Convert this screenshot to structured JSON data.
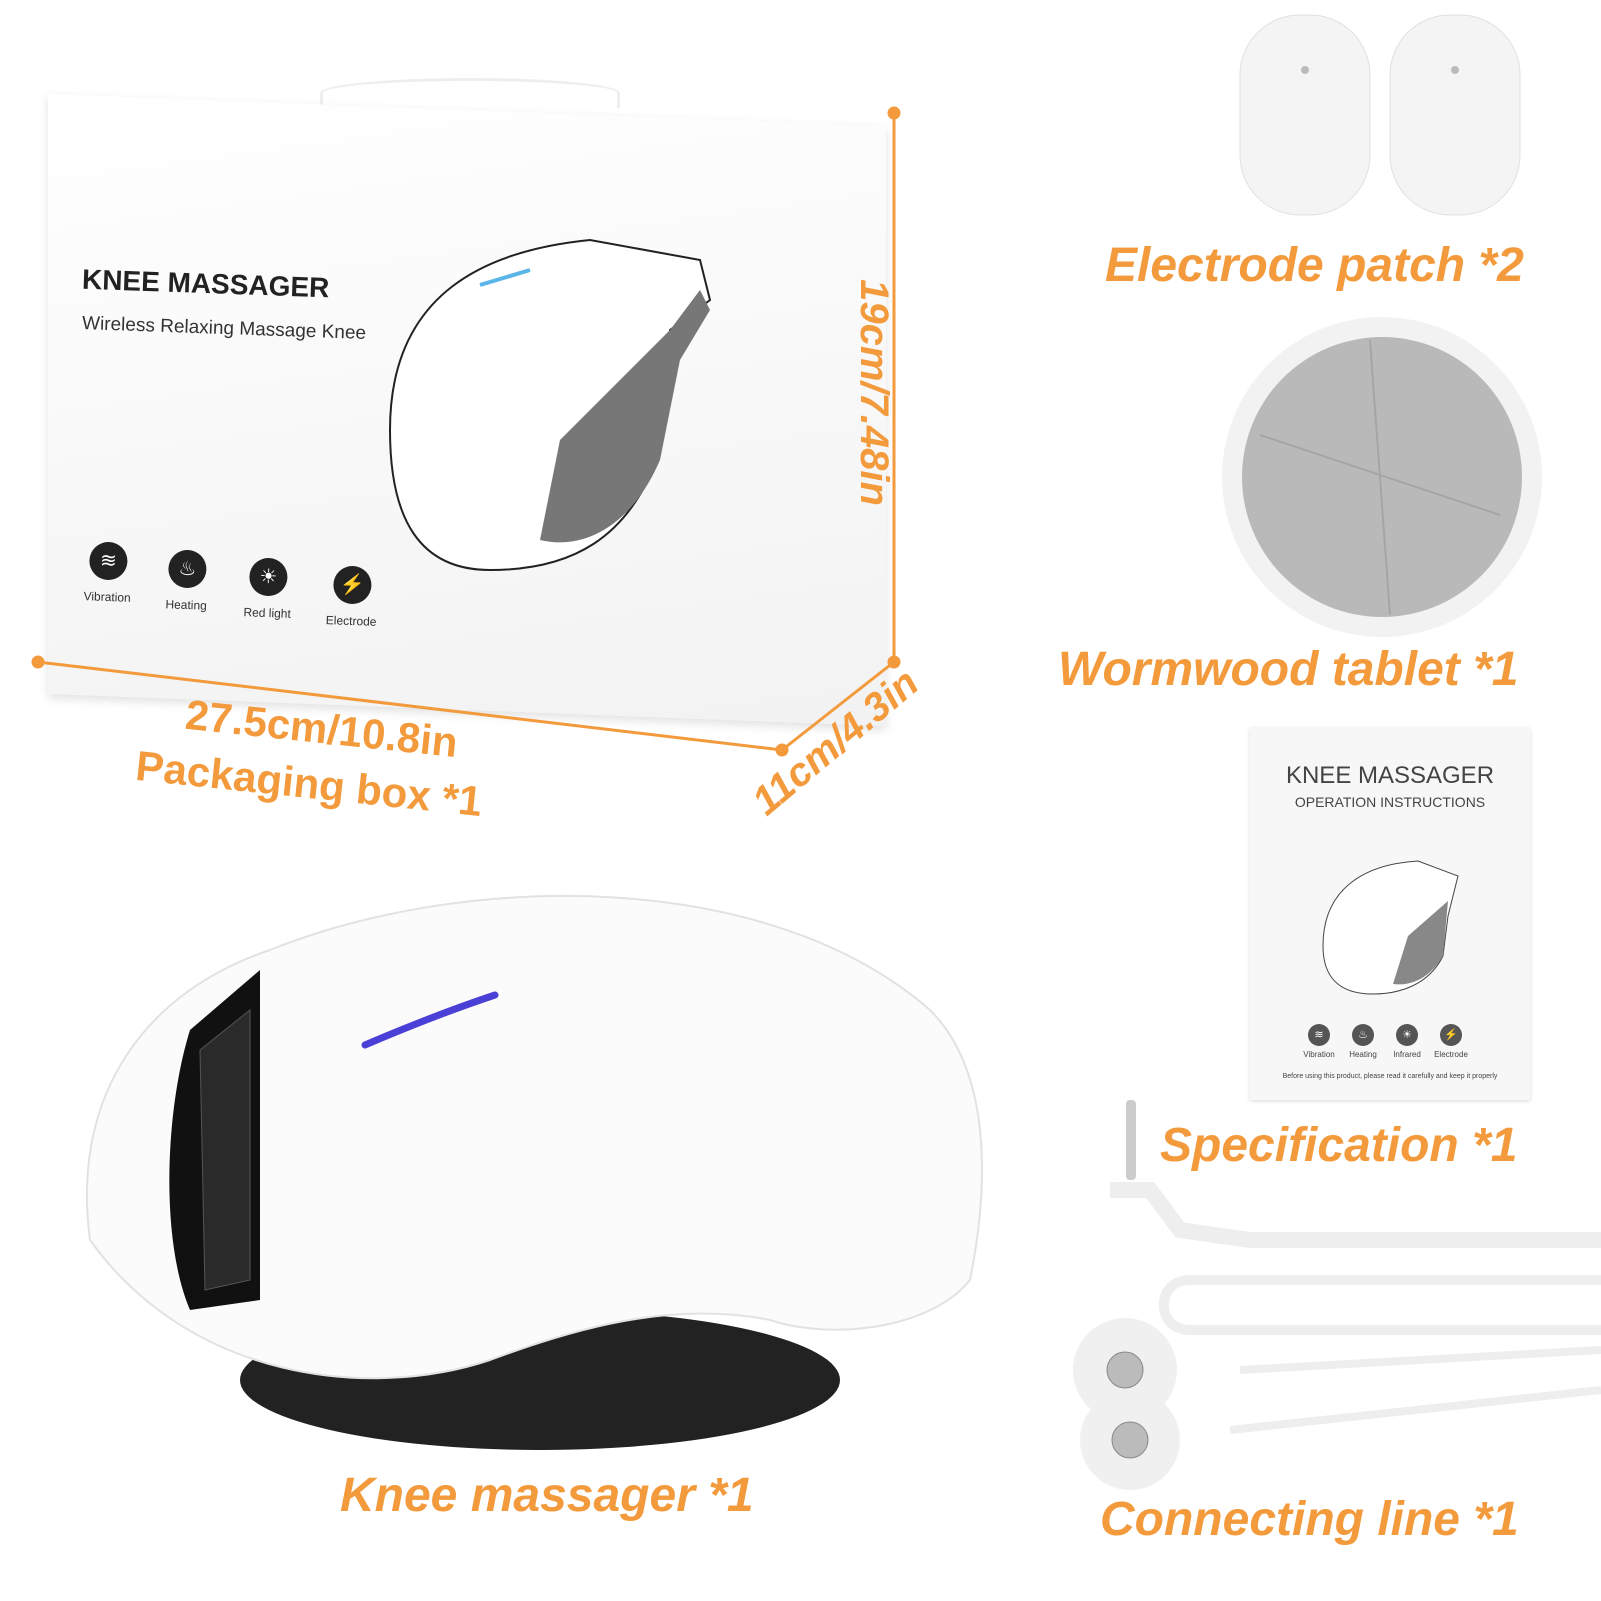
{
  "labels": {
    "electrode_patch": "Electrode patch *2",
    "wormwood_tablet": "Wormwood tablet *1",
    "specification": "Specification *1",
    "connecting_line": "Connecting line *1",
    "knee_massager": "Knee massager *1",
    "packaging_box": "Packaging box *1"
  },
  "dimensions": {
    "length": "27.5cm/10.8in",
    "height": "19cm/7.48in",
    "depth": "11cm/4.3in"
  },
  "box": {
    "title": "KNEE MASSAGER",
    "subtitle": "Wireless Relaxing Massage Knee",
    "features": [
      {
        "label": "Vibration",
        "icon": "vibration-icon"
      },
      {
        "label": "Heating",
        "icon": "heating-icon"
      },
      {
        "label": "Red light",
        "icon": "sun-icon"
      },
      {
        "label": "Electrode",
        "icon": "lightning-icon"
      }
    ]
  },
  "manual": {
    "title": "KNEE MASSAGER",
    "subtitle": "OPERATION INSTRUCTIONS",
    "features": [
      {
        "label": "Vibration",
        "icon": "vibration-icon"
      },
      {
        "label": "Heating",
        "icon": "heating-icon"
      },
      {
        "label": "Infrared",
        "icon": "sun-icon"
      },
      {
        "label": "Electrode",
        "icon": "lightning-icon"
      }
    ],
    "note": "Before using this product, please read it carefully and keep it properly"
  },
  "colors": {
    "accent": "#f39a3c",
    "indicator": "#4a3fd6"
  }
}
